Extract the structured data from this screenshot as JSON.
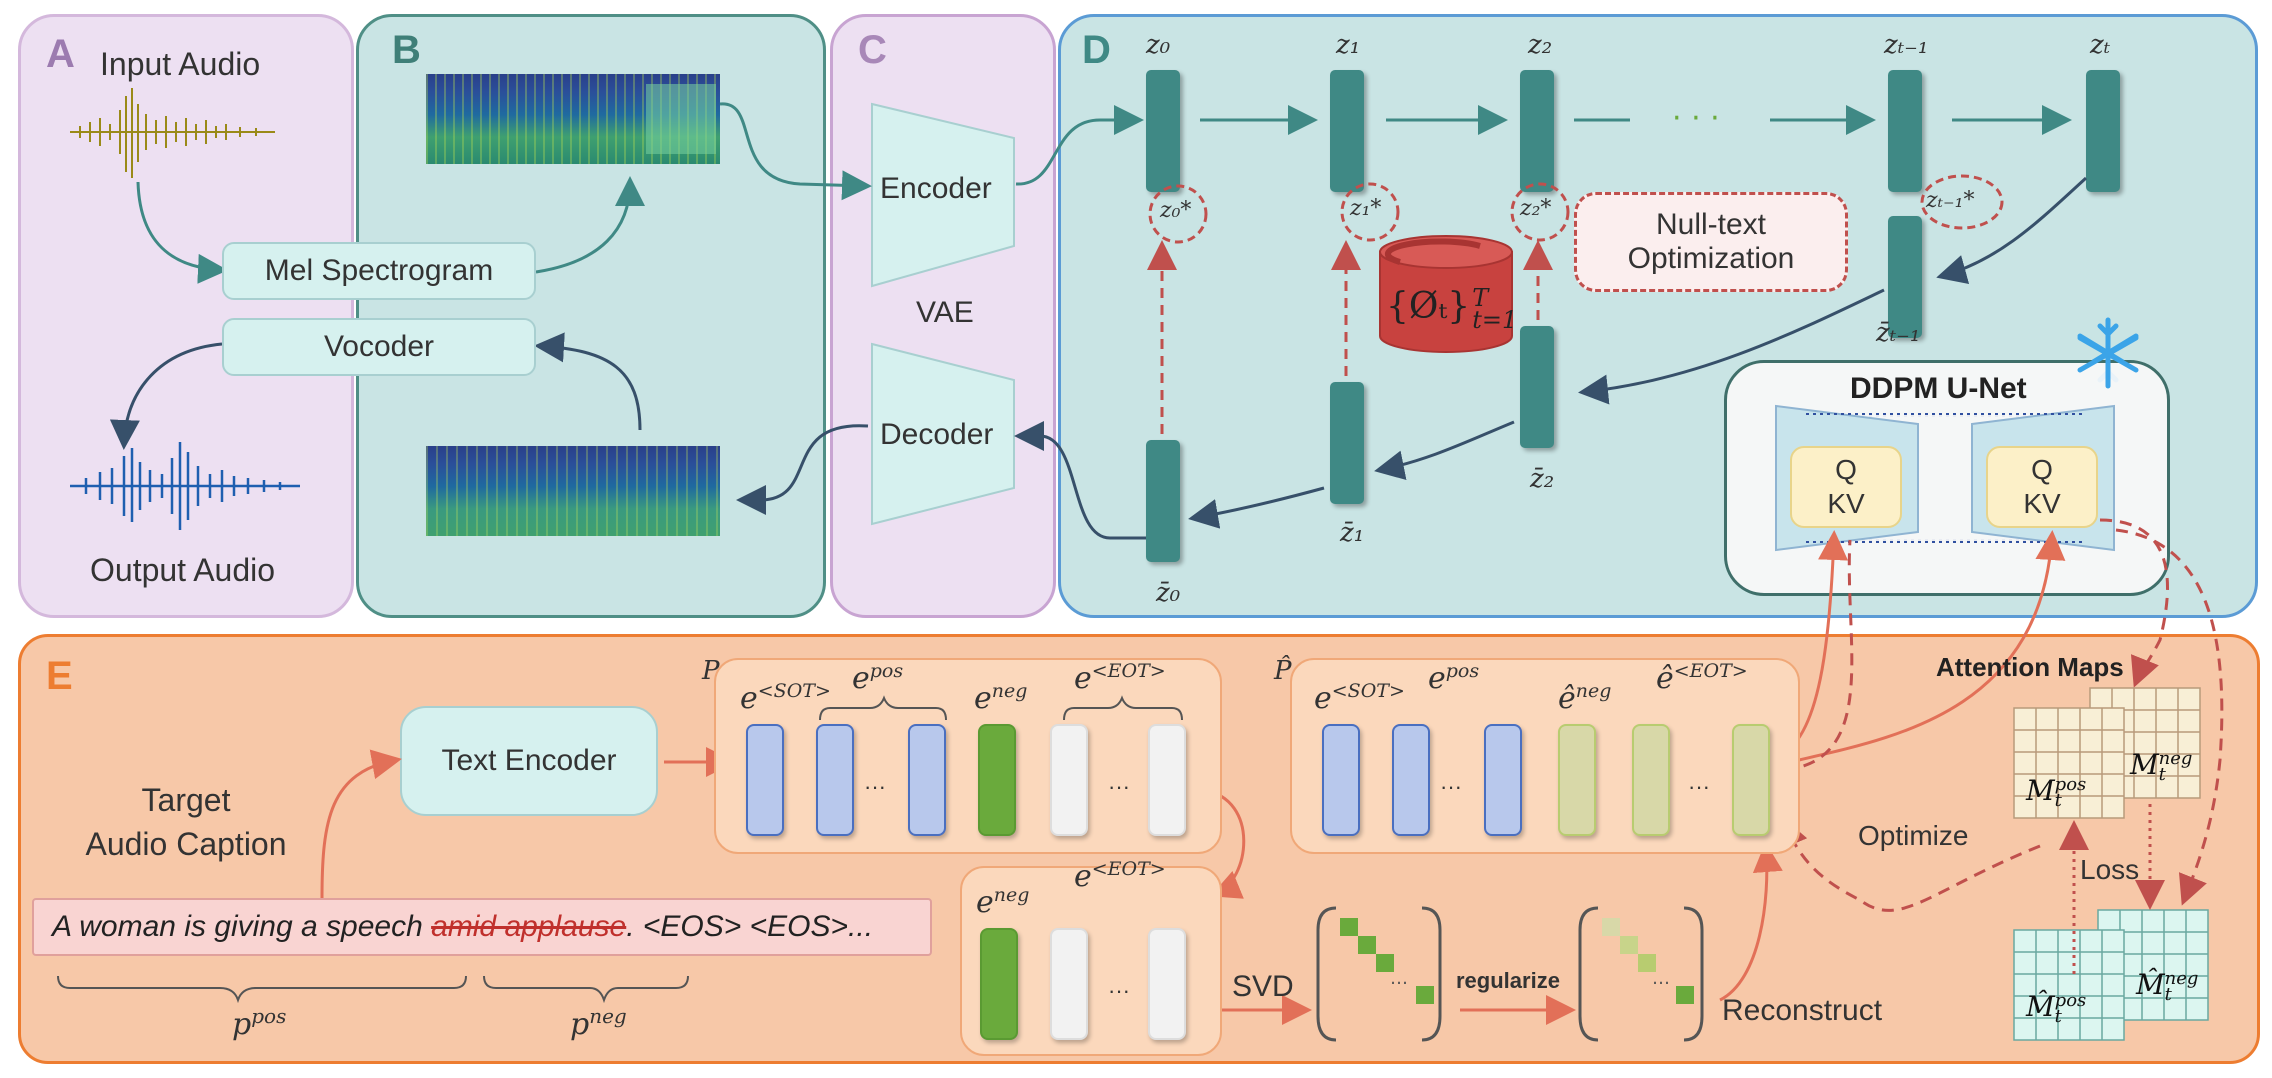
{
  "panels": {
    "a": {
      "label": "A",
      "input_audio": "Input Audio",
      "mel": "Mel Spectrogram",
      "vocoder": "Vocoder",
      "output_audio": "Output Audio"
    },
    "b": {
      "label": "B"
    },
    "c": {
      "label": "C",
      "encoder": "Encoder",
      "decoder": "Decoder",
      "vae": "VAE"
    },
    "d": {
      "label": "D",
      "z_top": [
        "z₀",
        "z₁",
        "z₂",
        "zₜ₋₁",
        "zₜ"
      ],
      "z_star": [
        "z₀*",
        "z₁*",
        "z₂*",
        "zₜ₋₁*"
      ],
      "z_bar": [
        "z̄₀",
        "z̄₁",
        "z̄₂",
        "z̄ₜ₋₁"
      ],
      "dots": "· · ·",
      "null_text_line1": "Null-text",
      "null_text_line2": "Optimization",
      "phi": "{Øₜ}",
      "phi_sup": "T",
      "phi_sub": "t=1",
      "unet_title": "DDPM U-Net",
      "q": "Q",
      "kv": "KV"
    },
    "e": {
      "label": "E",
      "target_line1": "Target",
      "target_line2": "Audio Caption",
      "text_encoder": "Text Encoder",
      "caption_main": "A woman is giving a speech ",
      "caption_strike": "amid applause",
      "caption_tail": ". <EOS> <EOS>...",
      "p_pos": "p",
      "p_pos_sup": "pos",
      "p_neg": "p",
      "p_neg_sup": "neg",
      "P": "P",
      "P_hat": "P̂",
      "e_sot": "e",
      "e_sot_sup": "<SOT>",
      "e_pos": "e",
      "e_pos_sup": "pos",
      "e_neg": "e",
      "e_neg_sup": "neg",
      "e_eot": "e",
      "e_eot_sup": "<EOT>",
      "ehat_neg": "ê",
      "ehat_eot": "ê",
      "ellipsis": "···",
      "svd": "SVD",
      "regularize": "regularize",
      "reconstruct": "Reconstruct",
      "optimize": "Optimize",
      "attention_maps": "Attention Maps",
      "loss": "Loss",
      "M_pos": "M",
      "M_neg": "M",
      "Mhat_pos": "M̂",
      "Mhat_neg": "M̂",
      "m_sub": "t",
      "m_sup_pos": "pos",
      "m_sup_neg": "neg"
    }
  },
  "colors": {
    "panel_a": "#ede0f2",
    "panel_b": "#c9e4e4",
    "panel_c": "#ede0f2",
    "panel_d": "#c9e4e4",
    "panel_e": "#f7c8a8",
    "latent": "#3f8985",
    "token_blue": "#b8c8ec",
    "token_green": "#6aaa3c",
    "token_white": "#f2f2f2",
    "token_olive": "#d8d8a8",
    "arrow_red": "#e27058",
    "dashed_red": "#c0504d"
  }
}
